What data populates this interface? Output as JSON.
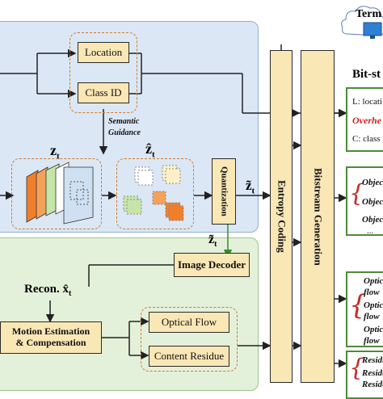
{
  "terminal": {
    "label": "Term",
    "icon": "monitor-cloud-icon"
  },
  "semantic": {
    "location": "Location",
    "class_id": "Class ID",
    "guidance": "Semantic\nGuidance"
  },
  "latents": {
    "z_label": "z",
    "z_sub": "t",
    "zhat_label": "ẑ",
    "zhat_sub": "t",
    "quantization": "Quantization",
    "ztilde_label": "z̃",
    "ztilde_sub": "t"
  },
  "decoder": {
    "ztilde_label": "z̃",
    "ztilde_sub": "t",
    "image_decoder": "Image Decoder",
    "recon_label": "Recon. x̂",
    "recon_sub": "t"
  },
  "motion": {
    "box": "Motion Estimation\n& Compensation",
    "optical_flow": "Optical Flow",
    "content_residue": "Content Residue"
  },
  "coding": {
    "entropy": "Entropy Coding",
    "bitstream": "Bitstream Generation"
  },
  "bitstream": {
    "title": "Bit-st",
    "header_lines": [
      "L: locati",
      "Overhe",
      "C: class"
    ],
    "object_lines": [
      "Objec",
      "Objec",
      "Objec",
      "..."
    ],
    "flow_lines": [
      "Optic",
      "flow",
      "Optic",
      "flow",
      "Optic",
      "flow"
    ],
    "residue_lines": [
      "Residu",
      "Residu",
      "Residu"
    ]
  },
  "colors": {
    "accent_red": "#d41f1f",
    "blue_panel": "#dbe7f5",
    "green_panel": "#e4f1da",
    "box_fill": "#fae7b6",
    "feature_orange": "#f07f2c",
    "feature_green": "#c5e6a8",
    "feature_blue": "#cfe0f2"
  }
}
